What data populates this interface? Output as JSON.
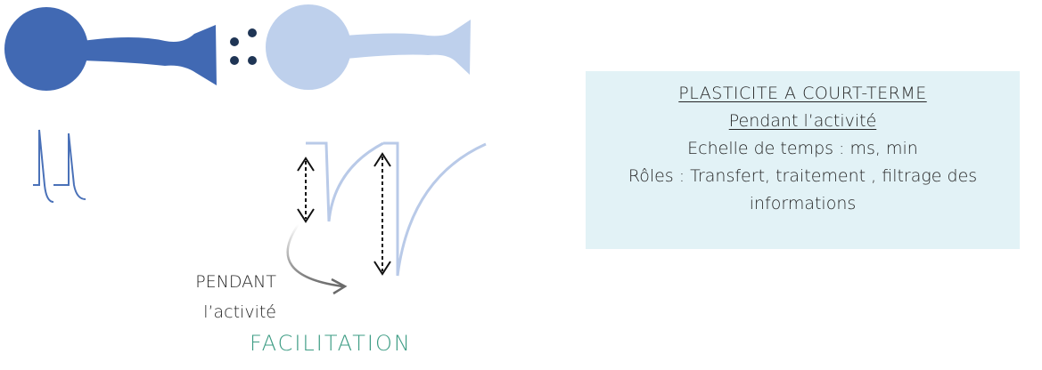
{
  "colors": {
    "neuron_pre": "#4169b3",
    "neuron_post": "#bed0ec",
    "synapse_dots": "#1f3555",
    "trace": "#b9cae8",
    "spikes": "#4a71b8",
    "box_background": "#e2f2f6",
    "accent_green": "#3d9c84",
    "text": "#262626"
  },
  "info_box": {
    "title": "PLASTICITE A COURT-TERME",
    "subtitle": "Pendant l’activité",
    "timescale": "Echelle de temps : ms, min",
    "roles": "Rôles : Transfert, traitement , filtrage des informations"
  },
  "annotation": {
    "line1": "PENDANT",
    "line2": "l’activité"
  },
  "result_label": "FACILITATION",
  "icons": [
    "double-headed-arrow-icon",
    "curved-arrow-icon"
  ]
}
